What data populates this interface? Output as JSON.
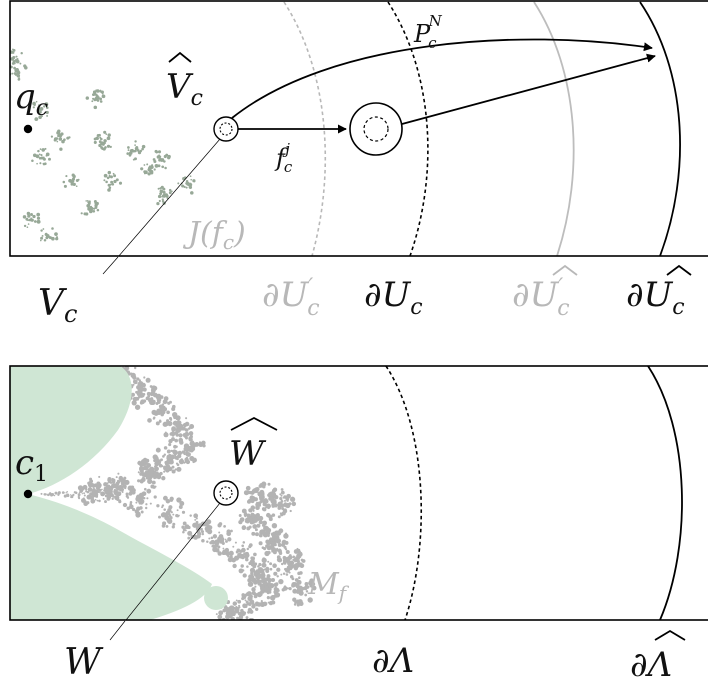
{
  "panel_dynamical": {
    "point_label": "q",
    "point_sub": "c",
    "vhat_label": "V",
    "vhat_sub": "c",
    "vhat_hat": "^",
    "map_fc_base": "f",
    "map_fc_sub": "c",
    "map_fc_sup": "j",
    "map_pc_base": "P",
    "map_pc_sub": "c",
    "map_pc_sup": "N",
    "julia_label": "J(f",
    "julia_sub": "c",
    "julia_close": ")",
    "v_label": "V",
    "v_sub": "c",
    "dUprime_label": "∂U",
    "dUprime_sup": "′",
    "dUprime_sub": "c",
    "dU_label": "∂U",
    "dU_sub": "c",
    "dUhatprime_label": "∂U",
    "dUhatprime_sup": "′",
    "dUhatprime_sub": "c",
    "dUhat_label": "∂U",
    "dUhat_sub": "c",
    "hat": "^"
  },
  "panel_parameter": {
    "point_label": "c",
    "point_sub": "1",
    "what_label": "W",
    "widehat": "^",
    "mandel_label": "M",
    "mandel_sub": "f",
    "w_label": "W",
    "dLambda_label": "∂Λ",
    "dLambdahat_label": "∂Λ",
    "hat": "^"
  },
  "colors": {
    "main_cardioid": "#cfe6d4",
    "mandelbrot_decor": "#b3b3b3",
    "julia_dust": "#97a897",
    "faint_boundary": "#bdbdbd",
    "stroke": "#000000"
  }
}
